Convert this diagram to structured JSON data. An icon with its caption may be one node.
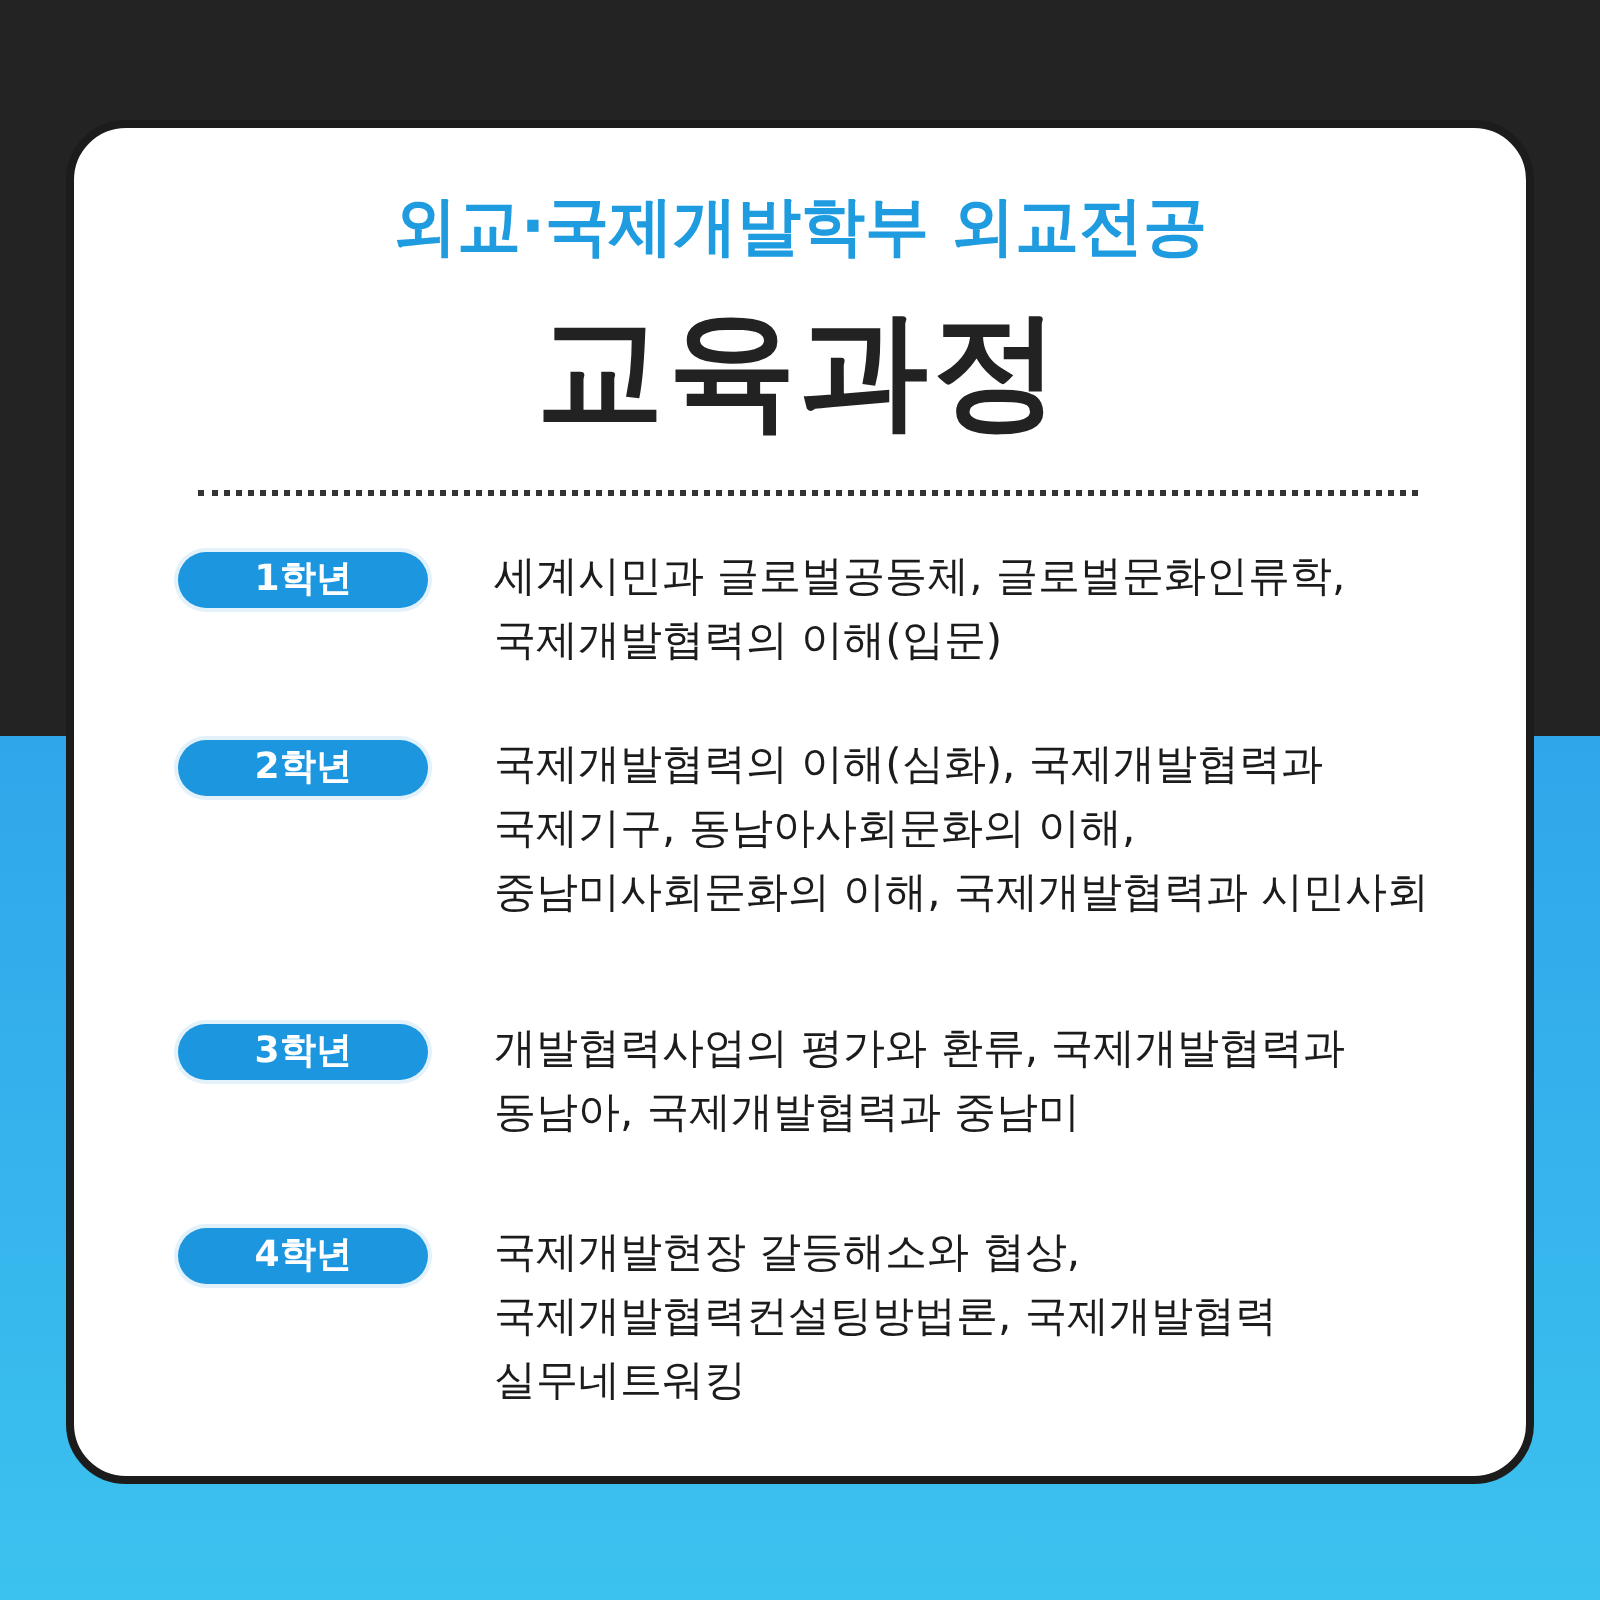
{
  "diagram": {
    "nodes": [
      {
        "text": [
          "외교·국제개발학부 외교전공",
          "교육과정"
        ]
      },
      {
        "text": [
          "1학년"
        ],
        "in": 0,
        "beside": [
          "세계시민과 글로벌공동체, 글로벌문화인류학, 국제개발협력의 이해(입문)"
        ]
      },
      {
        "text": [
          "2학년"
        ],
        "in": 0,
        "beside": [
          "국제개발협력의 이해(심화), 국제개발협력과 국제기구, 동남아사회문화의 이해, 중남미사회문화의 이해, 국제개발협력과 시민사회"
        ]
      },
      {
        "text": [
          "3학년"
        ],
        "in": 0,
        "beside": [
          "개발협력사업의 평가와 환류, 국제개발협력과 동남아, 국제개발협력과 중남미"
        ]
      },
      {
        "text": [
          "4학년"
        ],
        "in": 0,
        "beside": [
          "국제개발현장 갈등해소와 협상, 국제개발협력컨설팅방법론, 국제개발협력 실무네트워킹"
        ]
      }
    ]
  }
}
